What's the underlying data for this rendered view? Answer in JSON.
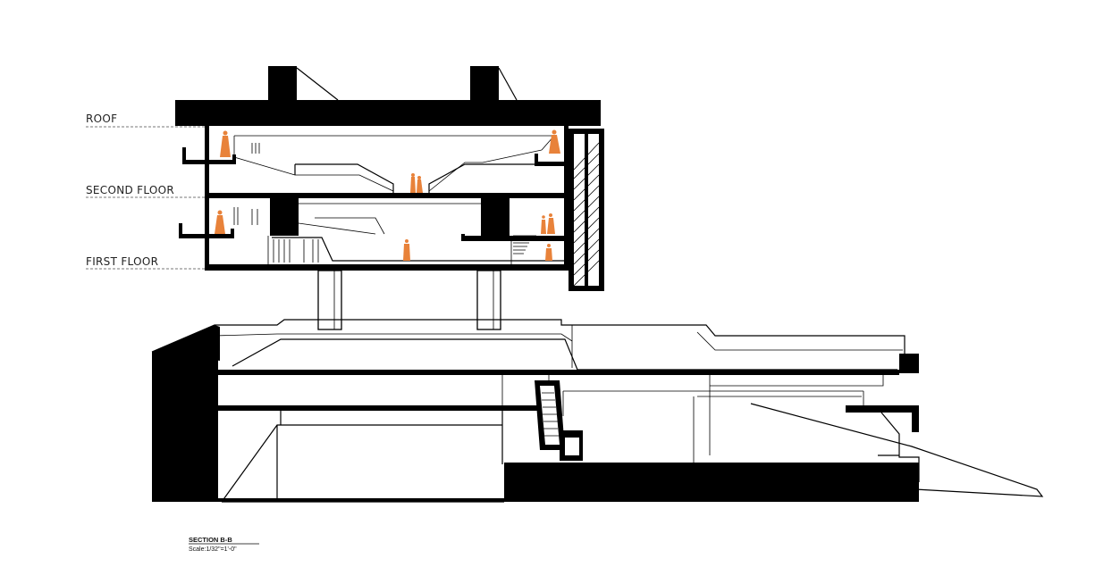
{
  "levels": {
    "roof": "ROOF",
    "second_floor": "SECOND FLOOR",
    "first_floor": "FIRST FLOOR"
  },
  "title_block": {
    "section": "SECTION B-B",
    "scale": "Scale:1/32\"=1'-0\""
  },
  "colors": {
    "figure": "#e8823a",
    "poche": "#000000",
    "level_line": "#777777"
  }
}
